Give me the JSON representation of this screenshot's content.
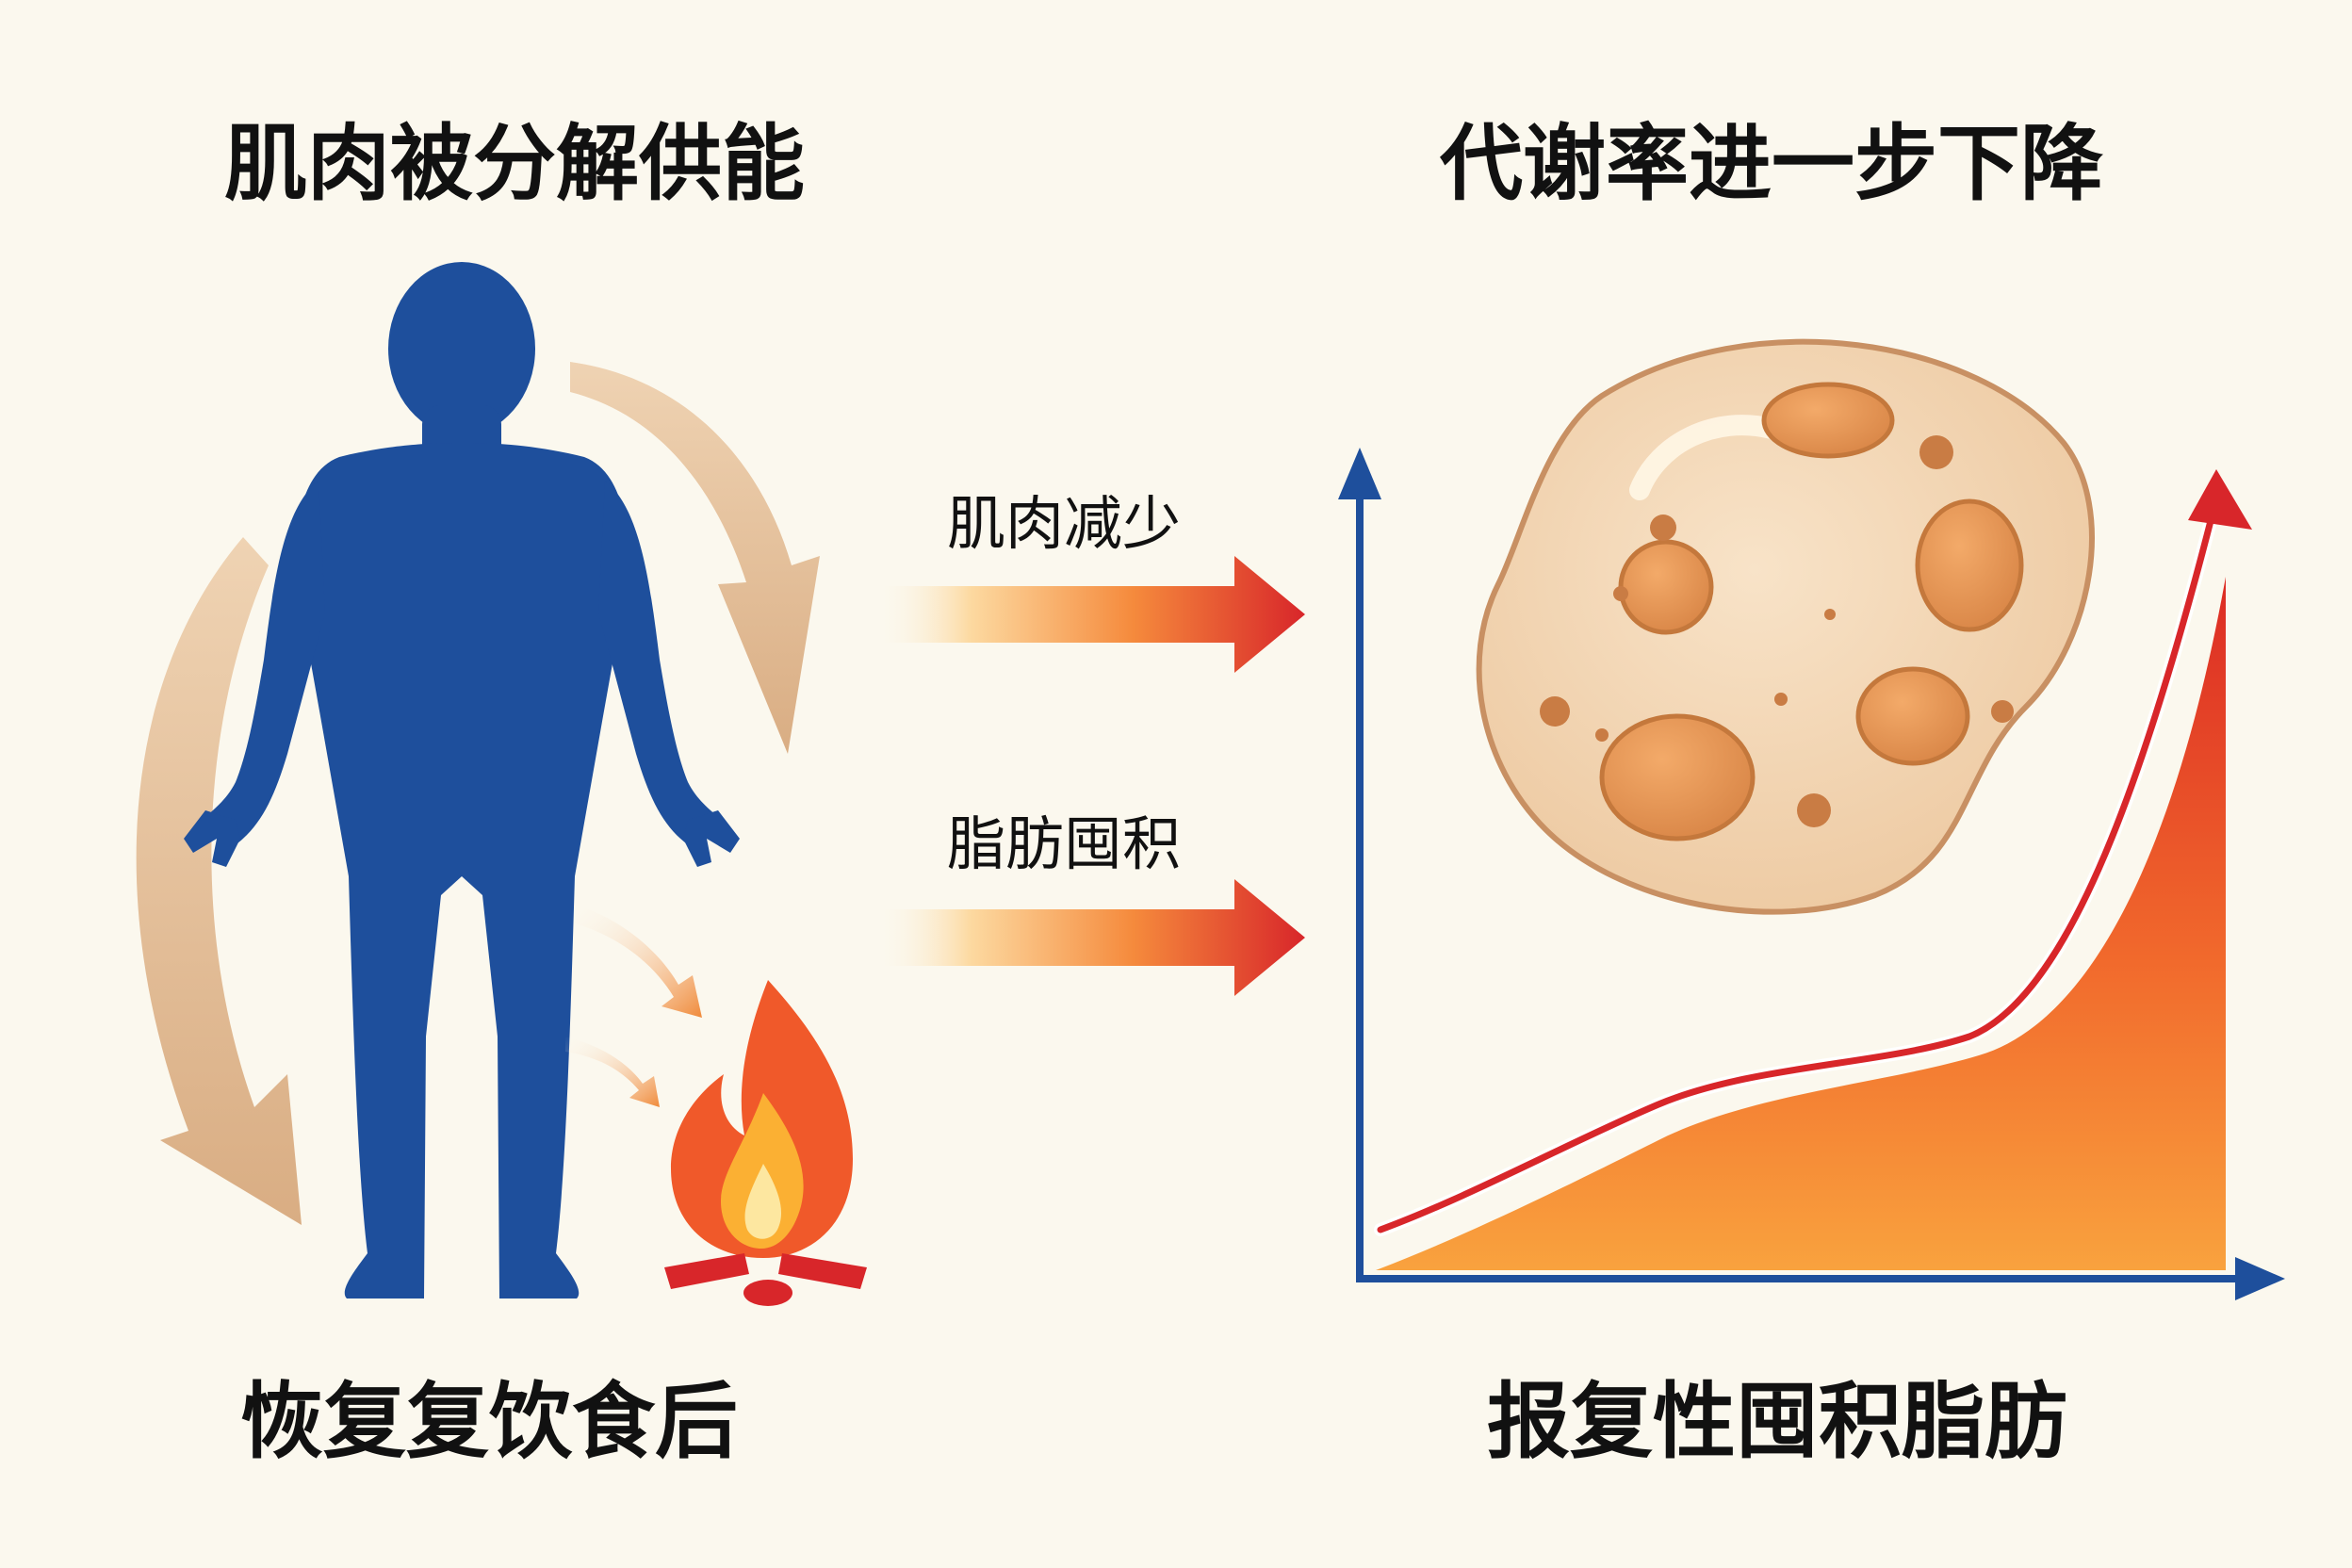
{
  "labels": {
    "muscle_breakdown": "肌肉被分解供能",
    "metabolism_drop": "代谢率进一步下降",
    "muscle_loss": "肌肉减少",
    "fat_accumulate": "脂肪囤积",
    "resume_eating": "恢复复饮食后",
    "rebound_fat": "报复性囤积脂肪"
  },
  "icons": [
    "human-silhouette-icon",
    "campfire-icon",
    "fat-cell-icon",
    "rising-curve-graph"
  ],
  "colors": {
    "background": "#fbf8ee",
    "body": "#1e4f9c",
    "axis": "#1e4f9c",
    "curve": "#d8262a",
    "cycle_arrow": "#ddb48c",
    "fire": "#f0592a"
  }
}
